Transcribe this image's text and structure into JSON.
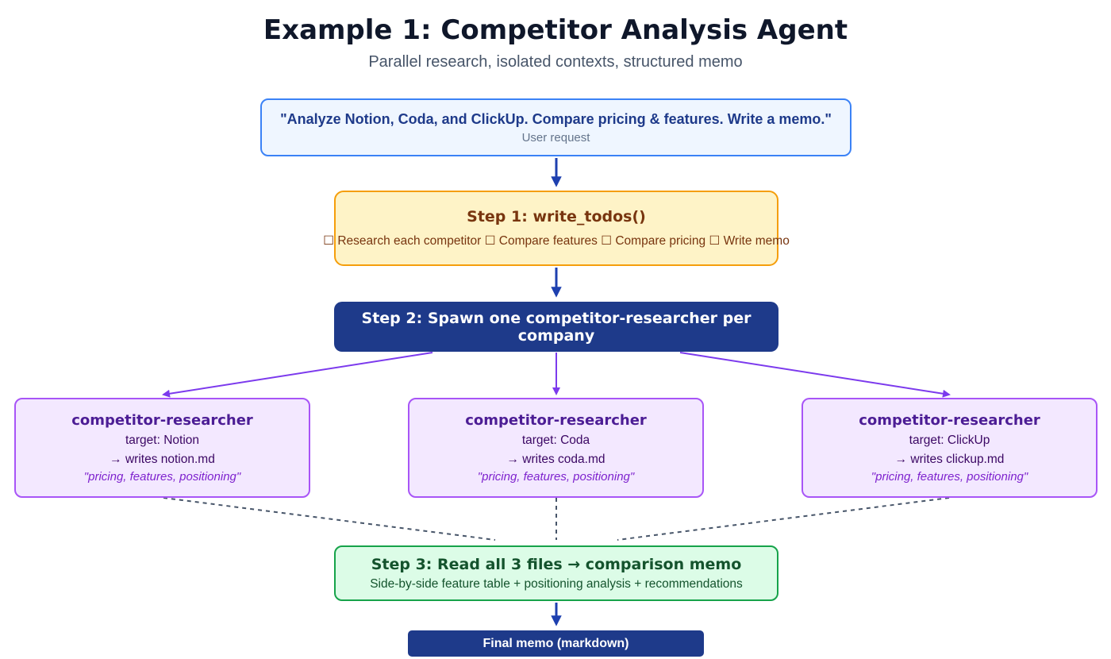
{
  "header": {
    "title": "Example 1: Competitor Analysis Agent",
    "subtitle": "Parallel research, isolated contexts, structured memo"
  },
  "request": {
    "quote": "\"Analyze Notion, Coda, and ClickUp. Compare pricing & features. Write a memo.\"",
    "caption": "User request"
  },
  "step1": {
    "title": "Step 1: write_todos()",
    "todos": "☐ Research each competitor ☐ Compare features ☐ Compare pricing ☐ Write memo"
  },
  "step2": {
    "title": "Step 2: Spawn one competitor-researcher per company"
  },
  "agents": [
    {
      "title": "competitor-researcher",
      "target": "target: Notion",
      "output": "→ writes notion.md",
      "focus": "\"pricing, features, positioning\""
    },
    {
      "title": "competitor-researcher",
      "target": "target: Coda",
      "output": "→ writes coda.md",
      "focus": "\"pricing, features, positioning\""
    },
    {
      "title": "competitor-researcher",
      "target": "target: ClickUp",
      "output": "→ writes clickup.md",
      "focus": "\"pricing, features, positioning\""
    }
  ],
  "step3": {
    "title": "Step 3: Read all 3 files → comparison memo",
    "subtitle": "Side-by-side feature table + positioning analysis + recommendations"
  },
  "final": {
    "label": "Final memo (markdown)"
  },
  "colors": {
    "flow_arrow": "#1e40af",
    "spawn_arrow": "#7c3aed",
    "merge_line": "#475569"
  }
}
